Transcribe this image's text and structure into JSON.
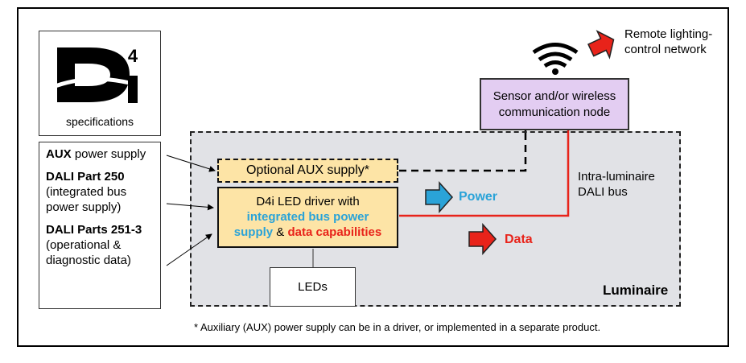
{
  "logo": {
    "mark": "D",
    "superscript": "4",
    "subscript_mark": "i",
    "caption": "specifications"
  },
  "specs": [
    {
      "bold": "AUX",
      "rest": " power supply"
    },
    {
      "bold": "DALI Part 250",
      "rest": " (integrated bus power supply)"
    },
    {
      "bold": "DALI Parts 251-3",
      "rest": " (operational & diagnostic data)"
    }
  ],
  "aux_supply": {
    "label": "Optional AUX supply*"
  },
  "driver": {
    "line1": "D4i LED driver with",
    "blue_text": "integrated bus power supply",
    "amp": " & ",
    "red_text": "data capabilities"
  },
  "leds": {
    "label": "LEDs"
  },
  "sensor": {
    "label": "Sensor and/or wireless communication node"
  },
  "wireless_icon": "wifi-icon",
  "remote": {
    "label": "Remote lighting-control network"
  },
  "bus": {
    "label": "Intra-luminaire DALI bus"
  },
  "legend": {
    "power_label": "Power",
    "data_label": "Data",
    "power_color": "#2aa3d8",
    "data_color": "#e8231a"
  },
  "luminaire": {
    "label": "Luminaire"
  },
  "footnote": "* Auxiliary (AUX) power supply can be in a driver, or implemented in a separate product."
}
